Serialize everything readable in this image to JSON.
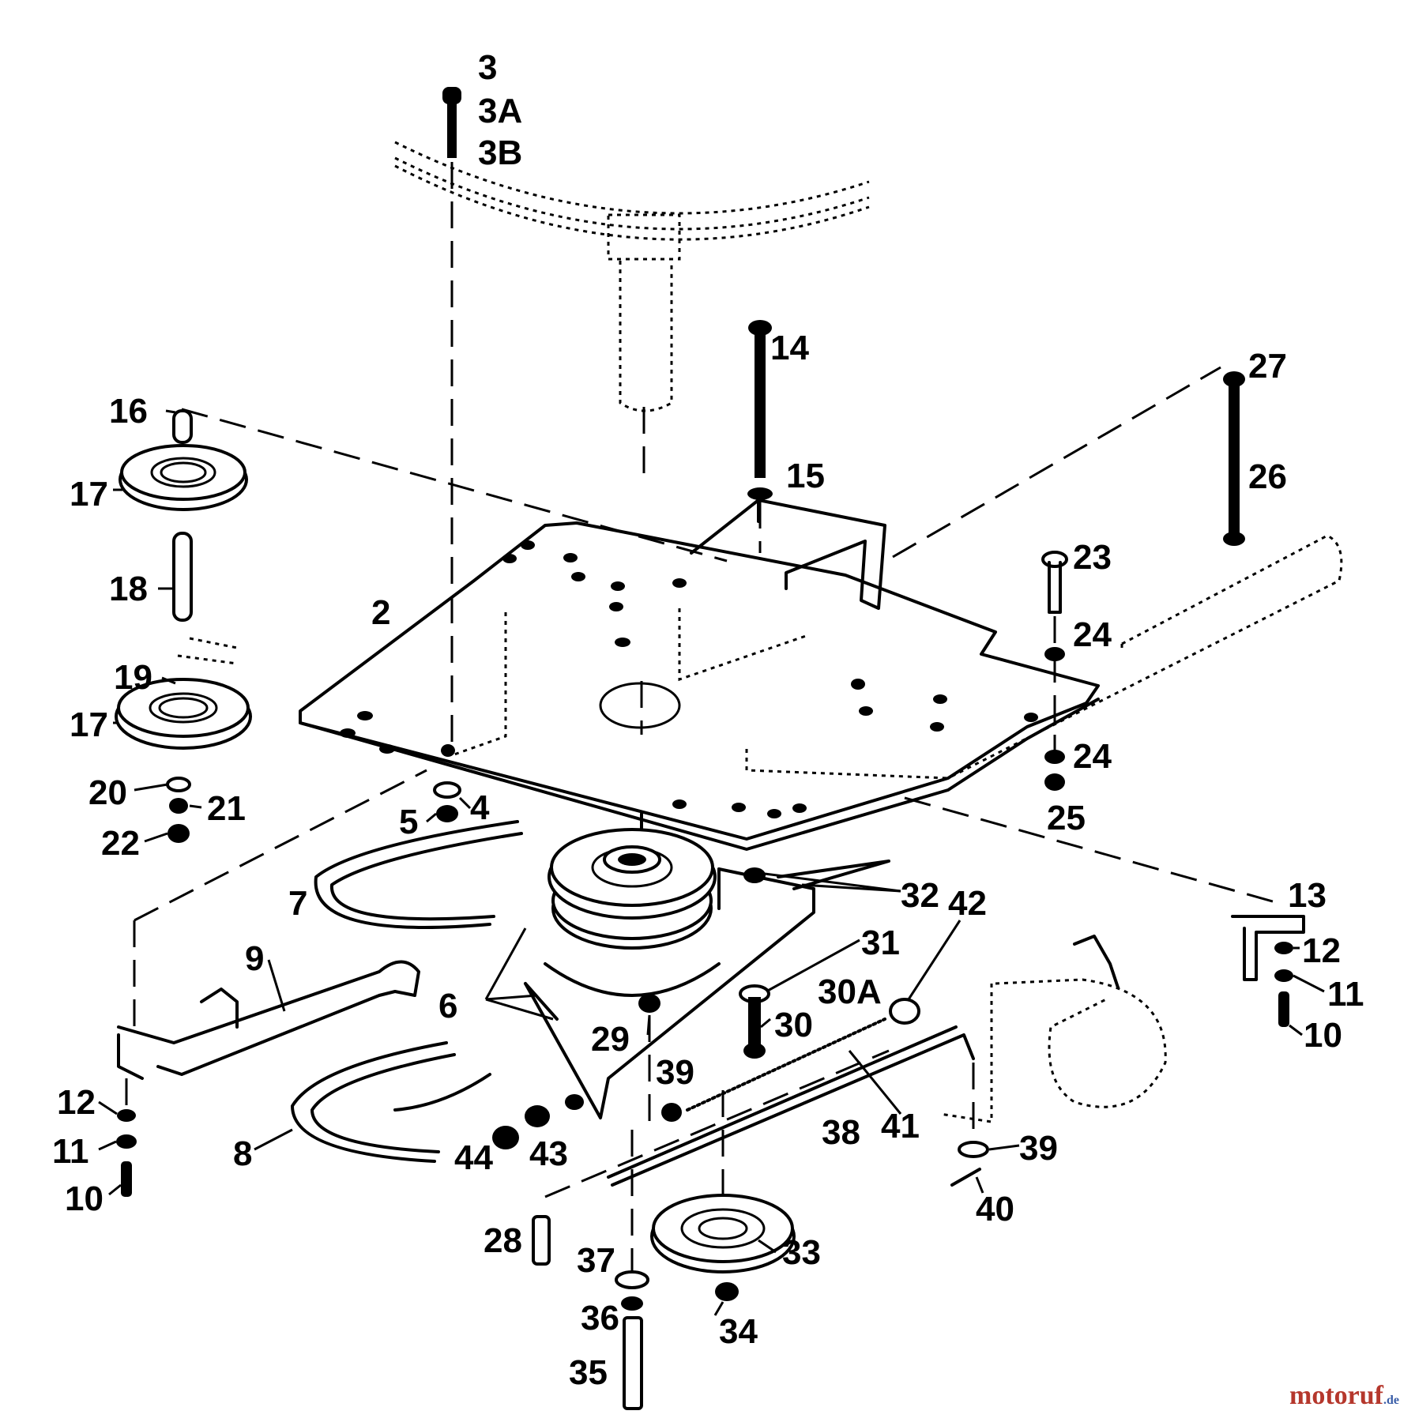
{
  "watermark": {
    "name": "motoruf",
    "tld": ".de",
    "color_main": "#b5372c",
    "color_tld": "#3a5ea8"
  },
  "labels": {
    "l3": "3",
    "l3A": "3A",
    "l3B": "3B",
    "l14": "14",
    "l27": "27",
    "l26": "26",
    "l16": "16",
    "l17a": "17",
    "l15": "15",
    "l23": "23",
    "l24a": "24",
    "l18": "18",
    "l2": "2",
    "l19": "19",
    "l17b": "17",
    "l24b": "24",
    "l20": "20",
    "l21": "21",
    "l4": "4",
    "l5": "5",
    "l25": "25",
    "l22": "22",
    "l7": "7",
    "l32": "32",
    "l13": "13",
    "l42": "42",
    "l31": "31",
    "l12a": "12",
    "l9": "9",
    "l30A": "30A",
    "l11a": "11",
    "l6": "6",
    "l30": "30",
    "l10a": "10",
    "l29": "29",
    "l39a": "39",
    "l12b": "12",
    "l41": "41",
    "l38": "38",
    "l39b": "39",
    "l11b": "11",
    "l8": "8",
    "l44": "44",
    "l43": "43",
    "l10b": "10",
    "l40": "40",
    "l28": "28",
    "l33": "33",
    "l37": "37",
    "l36": "36",
    "l34": "34",
    "l35": "35"
  }
}
